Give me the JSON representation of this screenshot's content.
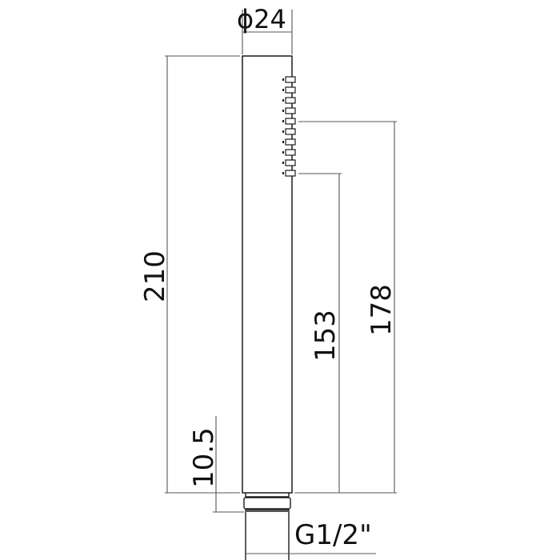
{
  "drawing": {
    "type": "technical-dimension-drawing",
    "subject": "shower arm / hand shower stick",
    "colors": {
      "outline": "#1a1a1a",
      "dimension_line": "#555555",
      "background": "#ffffff",
      "text": "#111111"
    },
    "dimensions": {
      "diameter": {
        "label": "ϕ24",
        "value": 24,
        "unit": "mm"
      },
      "total_length": {
        "label": "210",
        "value": 210,
        "unit": "mm"
      },
      "thread_length": {
        "label": "10.5",
        "value": 10.5,
        "unit": "mm"
      },
      "lower_nozzle_height": {
        "label": "153",
        "value": 153,
        "unit": "mm"
      },
      "upper_nozzle_height": {
        "label": "178",
        "value": 178,
        "unit": "mm"
      },
      "thread_spec": {
        "label": "G1/2\""
      }
    },
    "nozzle_count": 10
  }
}
